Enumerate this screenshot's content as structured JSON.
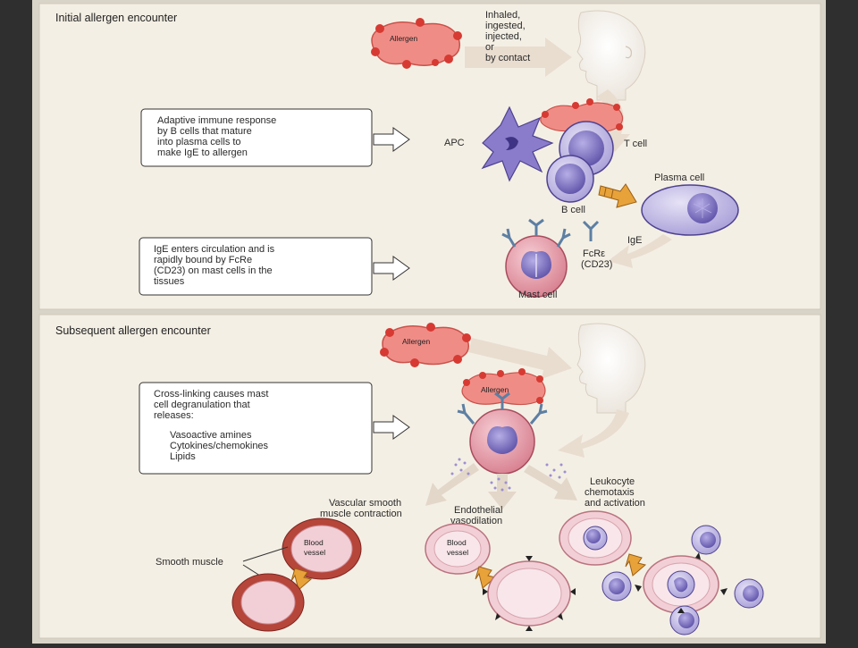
{
  "panel1": {
    "heading": "Initial allergen encounter",
    "allergen_label": "Allergen",
    "exposure_lines": [
      "Inhaled,",
      "ingested,",
      "injected,",
      "or",
      "by contact"
    ],
    "box1_lines": [
      "Adaptive immune response",
      "by B cells that mature",
      "into plasma cells to",
      "make IgE to allergen"
    ],
    "apc_label": "APC",
    "tcell_label": "T cell",
    "bcell_label": "B cell",
    "plasma_label": "Plasma cell",
    "ige_label": "IgE",
    "receptor_lines": [
      "FcRε",
      "(CD23)"
    ],
    "mast_label": "Mast cell",
    "box2_lines": [
      "IgE enters circulation and is",
      "rapidly bound by FcRe",
      "(CD23) on mast cells in the",
      "tissues"
    ]
  },
  "panel2": {
    "heading": "Subsequent allergen encounter",
    "allergen_label": "Allergen",
    "allergen2_label": "Allergen",
    "box_lines": [
      "Cross-linking causes mast",
      "cell degranulation that",
      "releases:"
    ],
    "box_items": [
      "Vasoactive amines",
      "Cytokines/chemokines",
      "Lipids"
    ],
    "effect1_lines": [
      "Vascular smooth",
      "muscle contraction"
    ],
    "effect2_lines": [
      "Endothelial",
      "vasodilation"
    ],
    "effect3_lines": [
      "Leukocyte",
      "chemotaxis",
      "and activation"
    ],
    "smooth_muscle_label": "Smooth muscle",
    "vessel_label_lines": [
      "Blood",
      "vessel"
    ],
    "vessel2_label_lines": [
      "Blood",
      "vessel"
    ]
  },
  "colors": {
    "panel_bg": "#f4efe4",
    "allergen_fill": "#f08c86",
    "allergen_dot": "#d63a32",
    "arrow_fill": "#e9ddd0",
    "nucleus": "#8e82cc",
    "cell_fill": "#c9c3e6",
    "mast_fill": "#e8a7b2",
    "vessel_fill": "#f2cfd6",
    "muscle": "#b6453a",
    "antibody": "#7d9ab8",
    "ige_arrow": "#e8a23a"
  }
}
